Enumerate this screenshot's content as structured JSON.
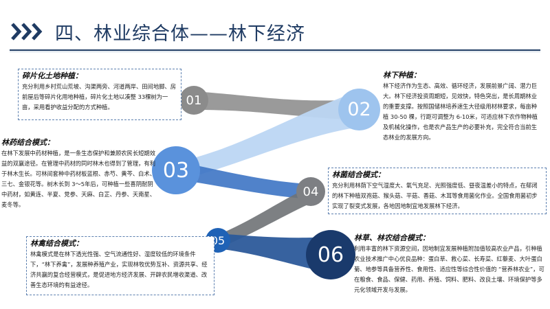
{
  "header": {
    "title": "四、林业综合体——林下经济",
    "chevron_icon": "triple-chevron-right-icon",
    "colors": {
      "title": "#1f3b63",
      "chevron": "#1f3b63"
    }
  },
  "items": [
    {
      "num": "01",
      "title": "碎片化土地种植：",
      "body": "充分利用乡村荒山荒坡、沟渠两旁、河道两岸、田间地脚、房前屋后等碎片化用地种植，碎片化土地以凑整 33棵树为一亩，采用看护收益分配的方式种植。",
      "color": "#8b8b8b"
    },
    {
      "num": "02",
      "title": "林下种植：",
      "body": "林下经济作为生态、高效、循环经济，发展前景广阔、潜力巨大。林下经济投资周期短，见效快，特色突出，是长周期林业的重要支撑。按照国储林培养速生大径级用材林要求，每亩种植 30-50 棵，行距可调整为 6-10米，可适应林下农作物种植及机械化操作，也是农产品生产的必要补充，完全符合当前生态林业的发展方向。",
      "color": "#9ec4ee"
    },
    {
      "num": "03",
      "title": "林药结合模式：",
      "body": "在林下发展中药材种植，是一条生态保护和兼顾农民长短期效益的双赢途径。在管理中药材的同时林木也得到了管理，有利于林木生长。可林间套种中药材板蓝根、赤芍、黄芩、白术、三七、金银花等。树木长到 3～5年后，可种植一些喜阴耐阴中药材，如黄连、半夏、党参、天麻、白芷、丹参、天南星、麦冬等。",
      "color": "#5a92dc"
    },
    {
      "num": "04",
      "title": "林菌结合模式：",
      "body": "充分利用林荫下空气湿度大、氧气充足、光照强度低、昼夜温差小的特点，在郁闭的林下种植双孢菇、猴头菇、平菇、香菇、木耳等食用菌化作业。全国食用菌初步实现了裂变式发展，各地因地制宜地发展林下经济。",
      "color": "#7d7f83"
    },
    {
      "num": "05",
      "title": "林禽结合模式：",
      "body": "林禽模式是在林下透光性强、空气流通性好、湿度较低的环境条件下，“林下养禽”，发展种养殖产业，实现林牧优势互补、资源共享、经济共赢的复合经营模式，是促进地方经济发展、开辟农民增收渠道、改善生态环境的有益途径。",
      "color": "#1f62b6"
    },
    {
      "num": "06",
      "title": "林草、林农结合模式：",
      "body": "利用丰富的林下资源空间，因地制宜发展种植附加值较高农业产品，引种植农业技术推广中心优良品种：蛋白草、救心菜、长寿菜、红藜麦、大叶蛋白菊、地参等具备营养性、食用性、适应性等综合性价值的 “营养林农业”，可在粮食、食品、保健、药用、养殖、饲料、肥料、改良土壤、环境保护等多元化领域开发与发展。",
      "color": "#1a3a6c"
    }
  ]
}
